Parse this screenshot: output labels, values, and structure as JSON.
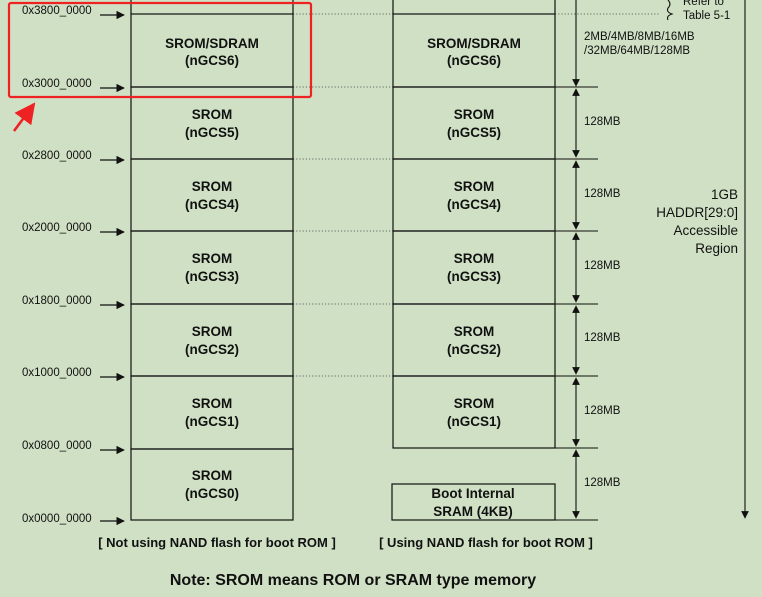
{
  "addresses": [
    "0x3800_0000",
    "0x3000_0000",
    "0x2800_0000",
    "0x2000_0000",
    "0x1800_0000",
    "0x1000_0000",
    "0x0800_0000",
    "0x0000_0000"
  ],
  "left_column": [
    {
      "line1": "SROM/SDRAM",
      "line2": "(nGCS6)"
    },
    {
      "line1": "SROM",
      "line2": "(nGCS5)"
    },
    {
      "line1": "SROM",
      "line2": "(nGCS4)"
    },
    {
      "line1": "SROM",
      "line2": "(nGCS3)"
    },
    {
      "line1": "SROM",
      "line2": "(nGCS2)"
    },
    {
      "line1": "SROM",
      "line2": "(nGCS1)"
    },
    {
      "line1": "SROM",
      "line2": "(nGCS0)"
    }
  ],
  "right_column": [
    {
      "line1": "SROM/SDRAM",
      "line2": "(nGCS6)"
    },
    {
      "line1": "SROM",
      "line2": "(nGCS5)"
    },
    {
      "line1": "SROM",
      "line2": "(nGCS4)"
    },
    {
      "line1": "SROM",
      "line2": "(nGCS3)"
    },
    {
      "line1": "SROM",
      "line2": "(nGCS2)"
    },
    {
      "line1": "SROM",
      "line2": "(nGCS1)"
    }
  ],
  "boot_sram": {
    "line1": "Boot Internal",
    "line2": "SRAM (4KB)"
  },
  "refer": {
    "line1": "Refer to",
    "line2": "Table 5-1"
  },
  "bank6_sizes": {
    "line1": "2MB/4MB/8MB/16MB",
    "line2": "/32MB/64MB/128MB"
  },
  "bank_size": "128MB",
  "accessible_region": {
    "line1": "1GB",
    "line2": "HADDR[29:0]",
    "line3": "Accessible",
    "line4": "Region"
  },
  "captions": {
    "left": "[ Not using NAND flash for boot ROM ]",
    "right": "[ Using NAND flash for boot ROM ]"
  },
  "note": "Note: SROM means ROM or SRAM type memory",
  "colors": {
    "background": "#cfe0c4",
    "highlight": "#ee2222"
  }
}
